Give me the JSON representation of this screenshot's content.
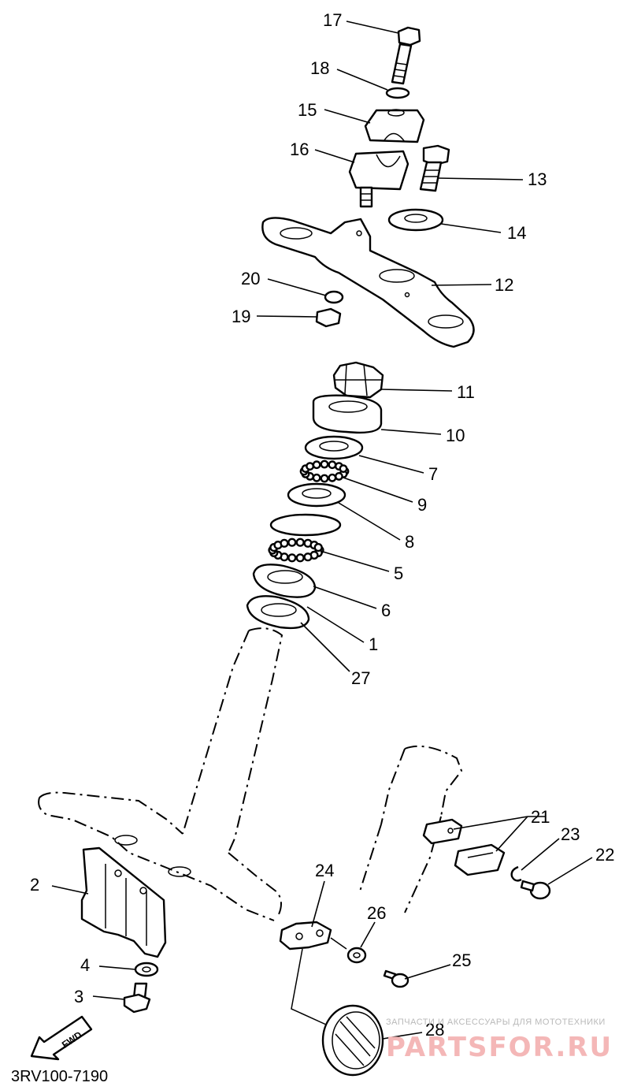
{
  "diagram": {
    "code": "3RV100-7190",
    "fwd_label": "FWD",
    "watermark": {
      "tagline": "ЗАПЧАСТИ И АКСЕССУАРЫ ДЛЯ МОТОТЕХНИКИ",
      "site": "PARTSFOR.RU"
    },
    "callouts": [
      {
        "id": "17",
        "label": "17"
      },
      {
        "id": "18",
        "label": "18"
      },
      {
        "id": "15",
        "label": "15"
      },
      {
        "id": "16",
        "label": "16"
      },
      {
        "id": "13",
        "label": "13"
      },
      {
        "id": "14",
        "label": "14"
      },
      {
        "id": "20",
        "label": "20"
      },
      {
        "id": "12",
        "label": "12"
      },
      {
        "id": "19",
        "label": "19"
      },
      {
        "id": "11",
        "label": "11"
      },
      {
        "id": "10",
        "label": "10"
      },
      {
        "id": "7",
        "label": "7"
      },
      {
        "id": "9",
        "label": "9"
      },
      {
        "id": "8",
        "label": "8"
      },
      {
        "id": "5",
        "label": "5"
      },
      {
        "id": "6",
        "label": "6"
      },
      {
        "id": "1",
        "label": "1"
      },
      {
        "id": "27",
        "label": "27"
      },
      {
        "id": "21",
        "label": "21"
      },
      {
        "id": "23",
        "label": "23"
      },
      {
        "id": "22",
        "label": "22"
      },
      {
        "id": "24",
        "label": "24"
      },
      {
        "id": "2",
        "label": "2"
      },
      {
        "id": "26",
        "label": "26"
      },
      {
        "id": "25",
        "label": "25"
      },
      {
        "id": "4",
        "label": "4"
      },
      {
        "id": "3",
        "label": "3"
      },
      {
        "id": "28",
        "label": "28"
      }
    ]
  }
}
